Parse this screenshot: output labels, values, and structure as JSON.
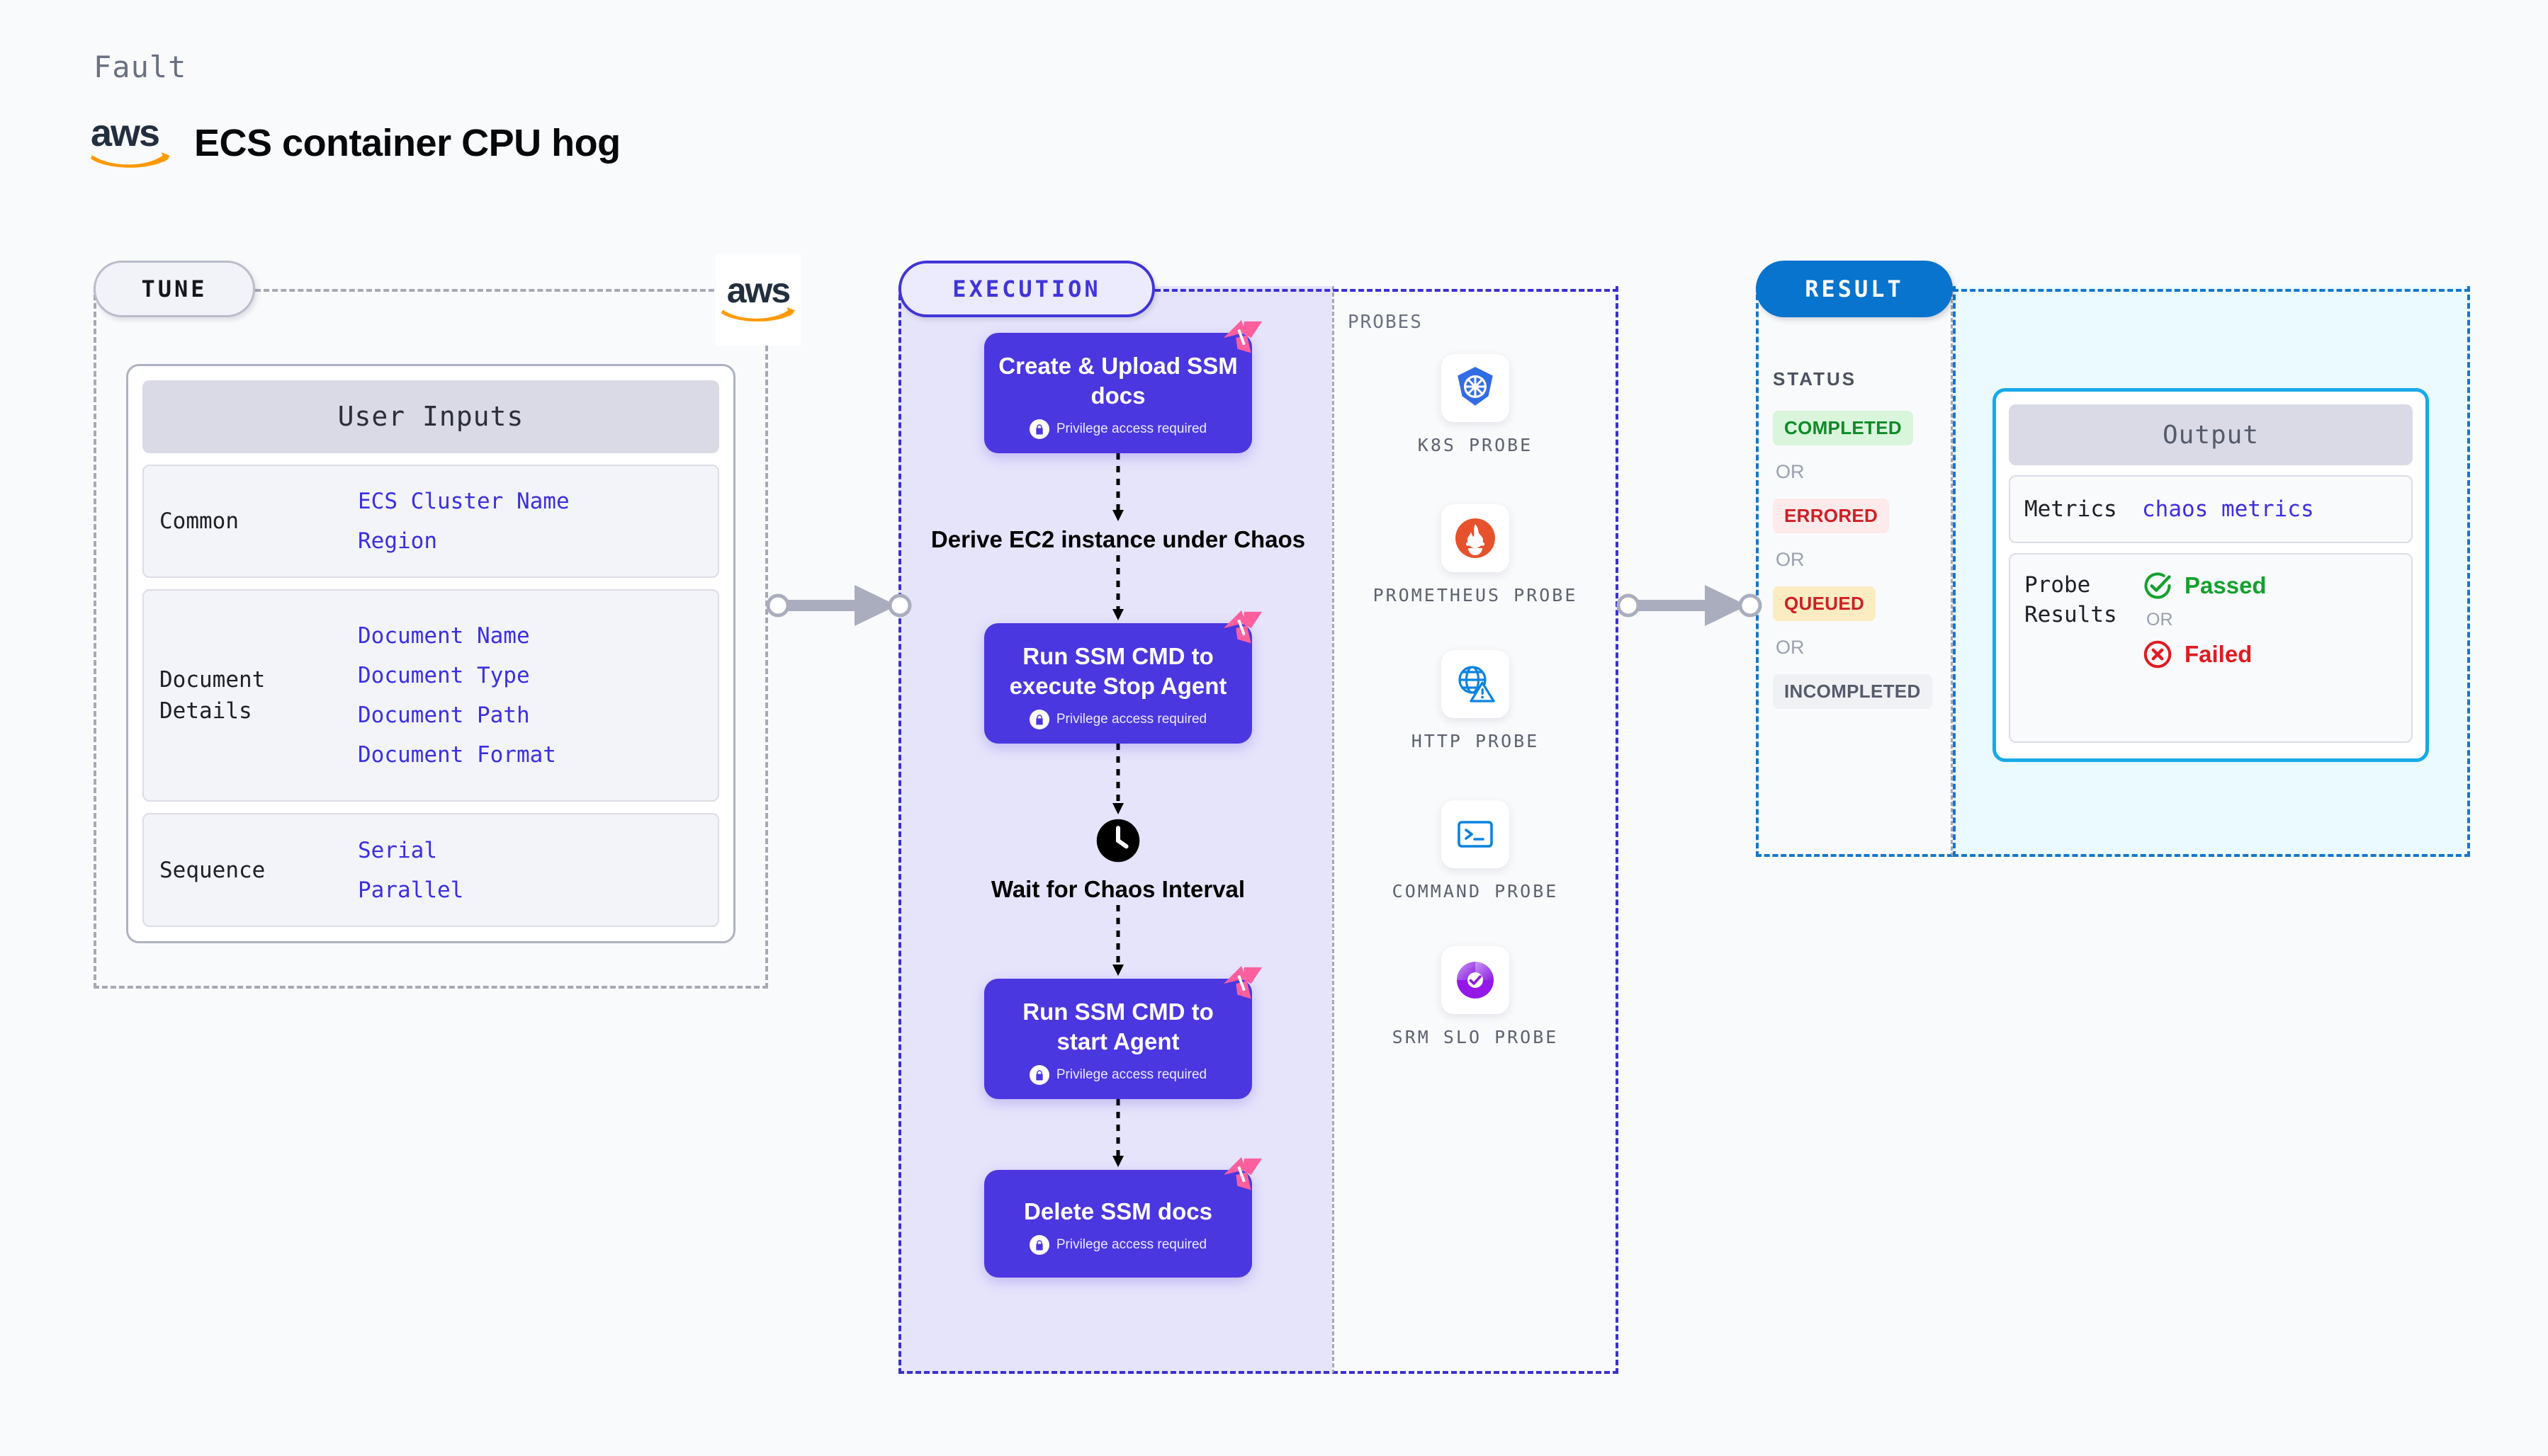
{
  "header": {
    "kicker": "Fault",
    "title": "ECS container CPU hog",
    "logo": "aws-logo"
  },
  "tune": {
    "badge": "TUNE",
    "card_title": "User Inputs",
    "groups": [
      {
        "label": "Common",
        "values": [
          "ECS Cluster Name",
          "Region"
        ]
      },
      {
        "label": "Document\nDetails",
        "values": [
          "Document Name",
          "Document Type",
          "Document Path",
          "Document Format"
        ]
      },
      {
        "label": "Sequence",
        "values": [
          "Serial",
          "Parallel"
        ]
      }
    ]
  },
  "execution": {
    "badge": "EXECUTION",
    "privilege_note": "Privilege access required",
    "steps": [
      {
        "type": "card",
        "title": "Create & Upload SSM docs",
        "privileged": true
      },
      {
        "type": "plain",
        "title": "Derive EC2 instance under Chaos",
        "privileged": false
      },
      {
        "type": "card",
        "title": "Run SSM CMD to execute Stop Agent",
        "privileged": true
      },
      {
        "type": "clock",
        "title": "Wait for Chaos Interval",
        "privileged": false
      },
      {
        "type": "card",
        "title": "Run SSM CMD to start Agent",
        "privileged": true
      },
      {
        "type": "card",
        "title": "Delete SSM docs",
        "privileged": true
      }
    ]
  },
  "probes": {
    "label": "PROBES",
    "items": [
      {
        "name": "K8S PROBE",
        "icon": "kubernetes-icon"
      },
      {
        "name": "PROMETHEUS PROBE",
        "icon": "prometheus-icon"
      },
      {
        "name": "HTTP PROBE",
        "icon": "http-globe-icon"
      },
      {
        "name": "COMMAND PROBE",
        "icon": "terminal-icon"
      },
      {
        "name": "SRM SLO PROBE",
        "icon": "srm-slo-icon"
      }
    ]
  },
  "result": {
    "badge": "RESULT",
    "status_label": "STATUS",
    "or_text": "OR",
    "statuses": [
      {
        "text": "COMPLETED",
        "style": "st-completed"
      },
      {
        "text": "ERRORED",
        "style": "st-errored"
      },
      {
        "text": "QUEUED",
        "style": "st-queued"
      },
      {
        "text": "INCOMPLETED",
        "style": "st-incompleted"
      }
    ],
    "output": {
      "title": "Output",
      "metrics_label": "Metrics",
      "metrics_value": "chaos metrics",
      "probe_results_label": "Probe\nResults",
      "passed_text": "Passed",
      "failed_text": "Failed",
      "or_text": "OR"
    }
  },
  "colors": {
    "accent_purple": "#4a37df",
    "accent_blue": "#0874ce",
    "accent_cyan": "#17a9e8",
    "pink_badge": "#fb5f9d",
    "value_blue": "#3c2fe0",
    "pass_green": "#14a02e",
    "fail_red": "#e01b22",
    "page_bg": "#f9fafc"
  }
}
